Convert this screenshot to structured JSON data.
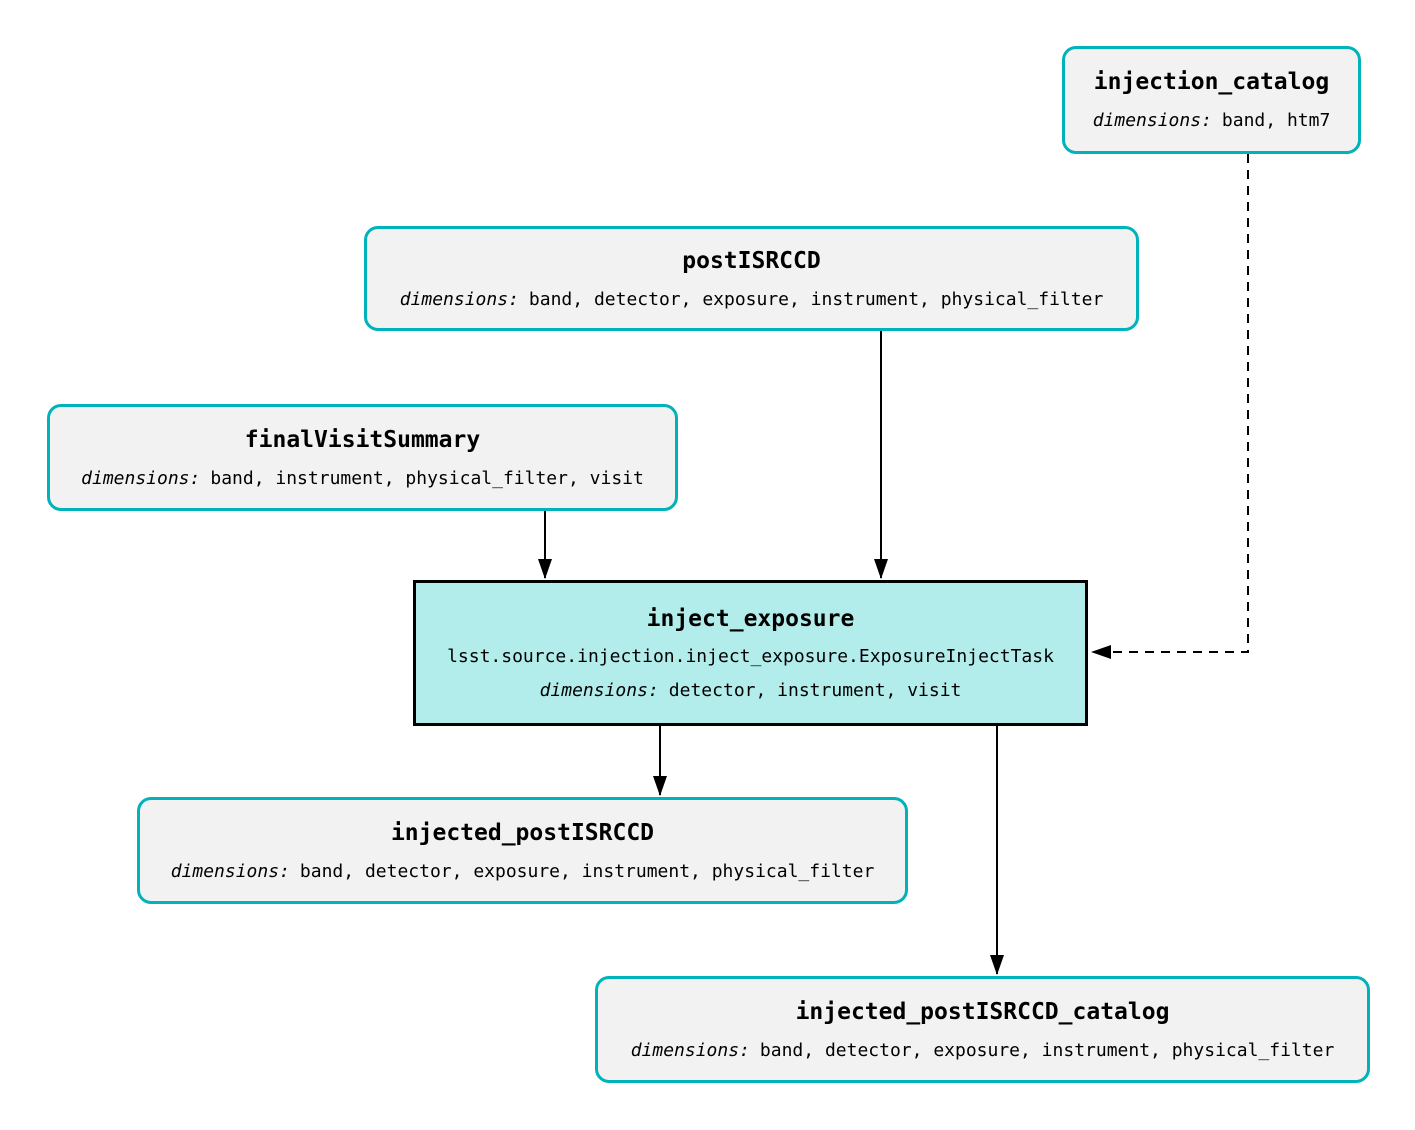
{
  "diagram": {
    "type": "pipeline-dataflow-graph",
    "colors": {
      "background": "#ffffff",
      "dataset_border": "#00b2ba",
      "dataset_fill": "#f2f2f2",
      "task_border": "#000000",
      "task_fill": "#b2edec",
      "edge": "#000000",
      "text": "#000000"
    },
    "nodes": {
      "injection_catalog": {
        "kind": "dataset",
        "title": "injection_catalog",
        "dims_label": "dimensions:",
        "dims": "band, htm7"
      },
      "postISRCCD": {
        "kind": "dataset",
        "title": "postISRCCD",
        "dims_label": "dimensions:",
        "dims": "band, detector, exposure, instrument, physical_filter"
      },
      "finalVisitSummary": {
        "kind": "dataset",
        "title": "finalVisitSummary",
        "dims_label": "dimensions:",
        "dims": "band, instrument, physical_filter, visit"
      },
      "inject_exposure": {
        "kind": "task",
        "title": "inject_exposure",
        "task_class": "lsst.source.injection.inject_exposure.ExposureInjectTask",
        "dims_label": "dimensions:",
        "dims": "detector, instrument, visit"
      },
      "injected_postISRCCD": {
        "kind": "dataset",
        "title": "injected_postISRCCD",
        "dims_label": "dimensions:",
        "dims": "band, detector, exposure, instrument, physical_filter"
      },
      "injected_postISRCCD_catalog": {
        "kind": "dataset",
        "title": "injected_postISRCCD_catalog",
        "dims_label": "dimensions:",
        "dims": "band, detector, exposure, instrument, physical_filter"
      }
    },
    "edges": [
      {
        "from": "postISRCCD",
        "to": "inject_exposure",
        "style": "solid"
      },
      {
        "from": "finalVisitSummary",
        "to": "inject_exposure",
        "style": "solid"
      },
      {
        "from": "injection_catalog",
        "to": "inject_exposure",
        "style": "dashed"
      },
      {
        "from": "inject_exposure",
        "to": "injected_postISRCCD",
        "style": "solid"
      },
      {
        "from": "inject_exposure",
        "to": "injected_postISRCCD_catalog",
        "style": "solid"
      }
    ]
  }
}
